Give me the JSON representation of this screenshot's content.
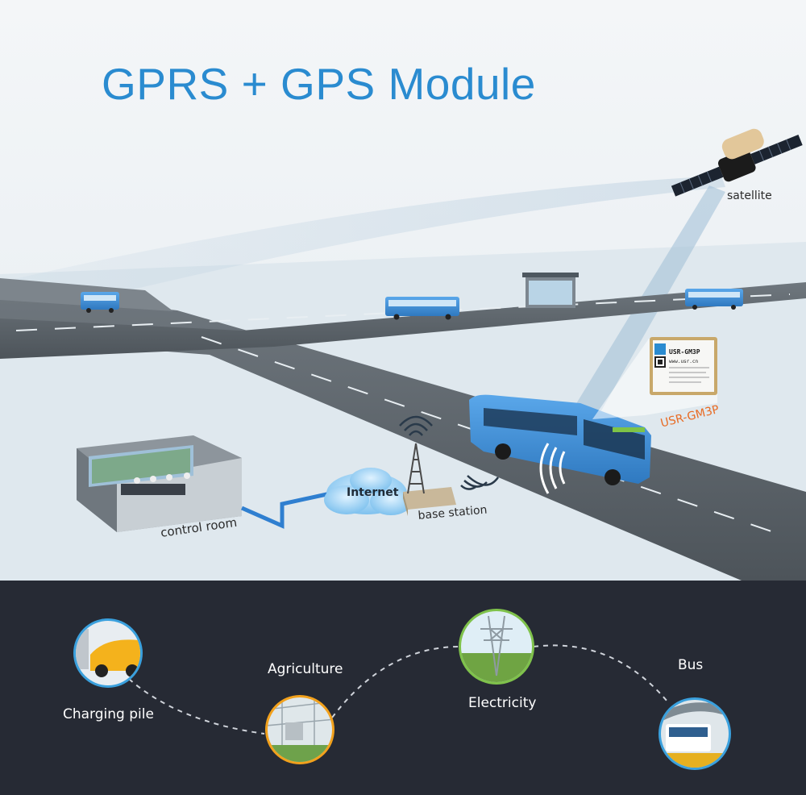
{
  "title": "GPRS + GPS Module",
  "labels": {
    "satellite": "satellite",
    "control_room": "control room",
    "base_station": "base station",
    "internet": "Internet",
    "module_name": "USR-GM3P"
  },
  "chip": {
    "name": "USR-GM3P",
    "url": "www.usr.cn"
  },
  "applications": [
    {
      "label": "Charging pile",
      "icon": "charging-car-icon"
    },
    {
      "label": "Agriculture",
      "icon": "greenhouse-icon"
    },
    {
      "label": "Electricity",
      "icon": "power-tower-icon"
    },
    {
      "label": "Bus",
      "icon": "bus-station-icon"
    }
  ],
  "colors": {
    "title": "#2a8bd0",
    "module_label": "#e86a22",
    "band_background": "#262a34",
    "bus": "#3d8ed6"
  }
}
